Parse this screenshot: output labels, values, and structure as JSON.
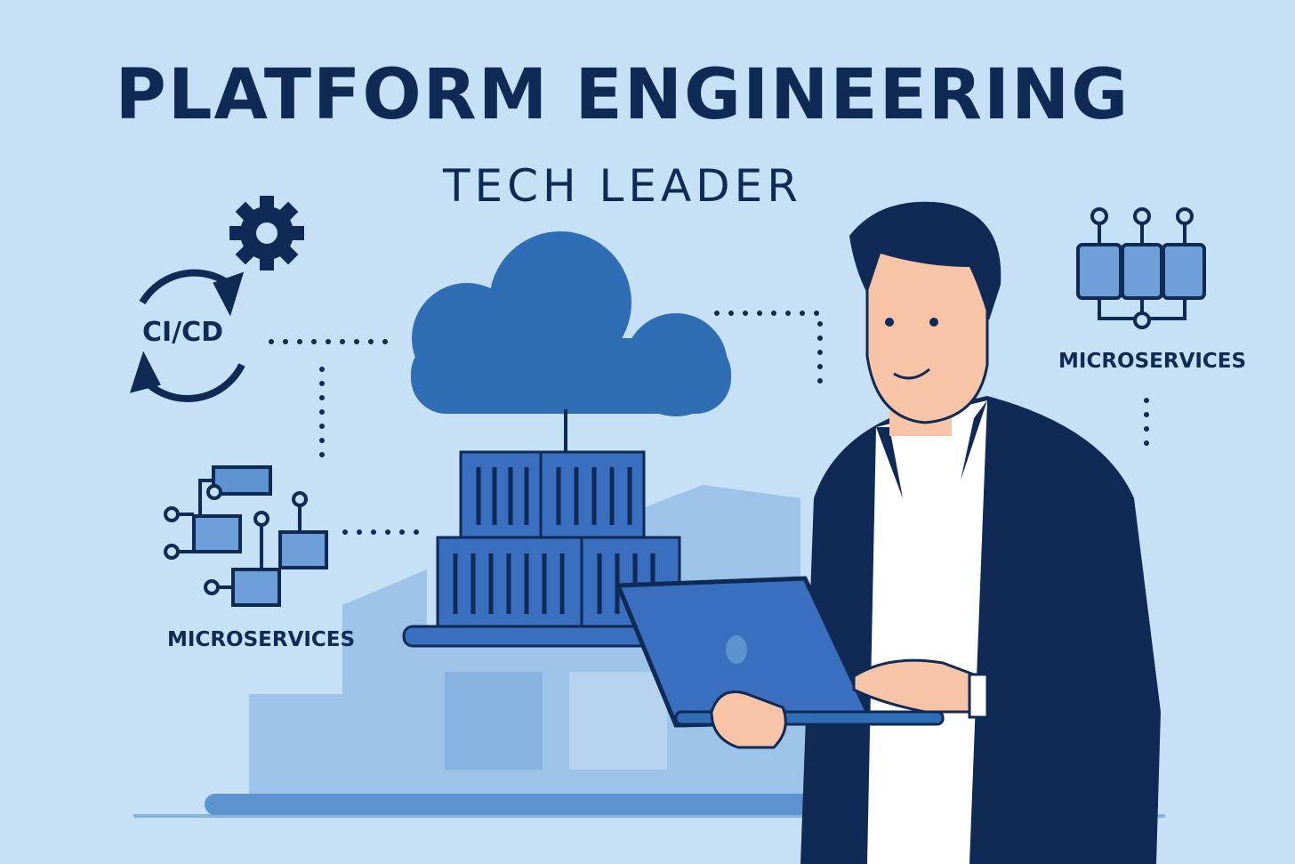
{
  "header": {
    "title": "PLATFORM ENGINEERING",
    "subtitle": "TECH LEADER"
  },
  "cicd": {
    "label": "CI/CD"
  },
  "microservices_left": {
    "label": "MICROSERVICES"
  },
  "microservices_right": {
    "label": "MICROSERVICES"
  },
  "colors": {
    "background": "#c6e0f6",
    "navy": "#0f2a55",
    "accent": "#2f6db5"
  }
}
